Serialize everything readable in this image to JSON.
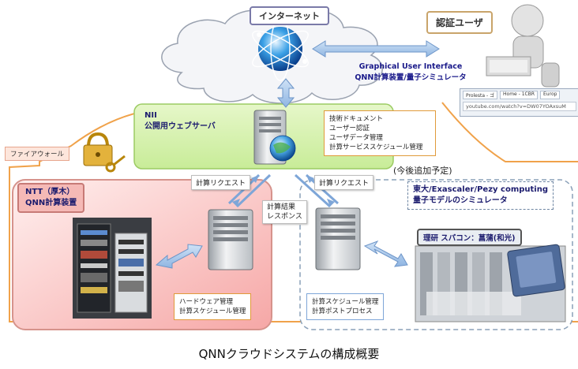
{
  "internet": {
    "label": "インターネット"
  },
  "user": {
    "label": "認証ユーザ"
  },
  "gui": {
    "line1": "Graphical User Interface",
    "line2": "QNN計算装置/量子シミュレータ"
  },
  "browser": {
    "tab1": "Prolesta - ゴ",
    "tab2": "Home - 1CBR",
    "tab3": "Europ",
    "address": "youtube.com/watch?v=DW07YOAxsuM"
  },
  "firewall": {
    "label": "ファイアウォール"
  },
  "web_server": {
    "title_line1": "NII",
    "title_line2": "公開用ウェブサーバ",
    "functions": [
      "技術ドキュメント",
      "ユーザー認証",
      "ユーザデータ管理",
      "計算サービススケジュール管理"
    ]
  },
  "requests": {
    "left": "計算リクエスト",
    "right": "計算リクエスト",
    "result_line1": "計算結果",
    "result_line2": "レスポンス"
  },
  "ntt": {
    "line1": "NTT（厚木）",
    "line2": "QNN計算装置",
    "mgmt_line1": "ハードウェア管理",
    "mgmt_line2": "計算スケジュール管理"
  },
  "future": {
    "note": "(今後追加予定)",
    "title_line1": "東大/Exascaler/Pezy computing",
    "title_line2": "量子モデルのシミュレータ",
    "riken": "理研 スパコン：菖蒲(和光)",
    "mgmt_line1": "計算スケジュール管理",
    "mgmt_line2": "計算ポストプロセス"
  },
  "caption": "QNNクラウドシステムの構成概要"
}
